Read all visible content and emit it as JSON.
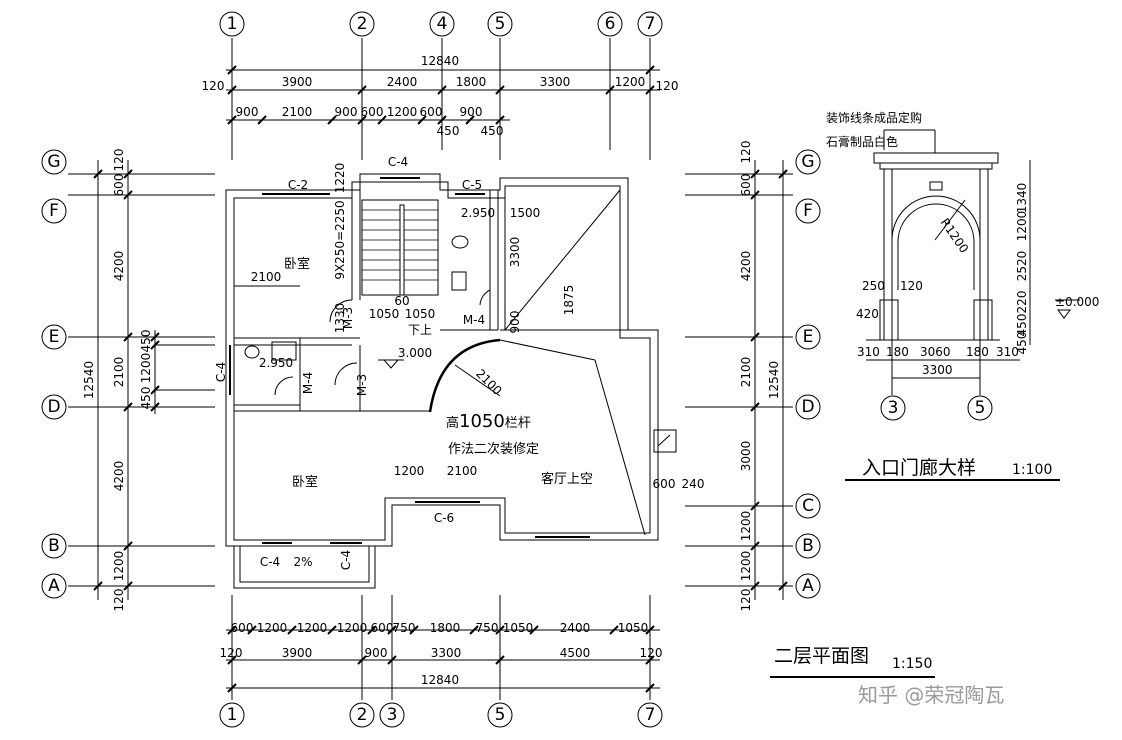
{
  "axis_top": [
    "1",
    "2",
    "4",
    "5",
    "6",
    "7"
  ],
  "axis_bottom": [
    "1",
    "2",
    "3",
    "5",
    "7"
  ],
  "axis_left": [
    "G",
    "F",
    "E",
    "D",
    "B",
    "A"
  ],
  "axis_right": [
    "G",
    "F",
    "E",
    "D",
    "C",
    "B",
    "A"
  ],
  "portico_axes": [
    "3",
    "5"
  ],
  "dims_top": {
    "total": "12840",
    "row2": [
      "120",
      "3900",
      "2400",
      "1800",
      "3300",
      "1200",
      "120"
    ],
    "row3": [
      "900",
      "2100",
      "900",
      "600",
      "1200",
      "600",
      "900"
    ],
    "row3b": [
      "450",
      "450"
    ]
  },
  "dims_bottom": {
    "row1": [
      "600",
      "1200",
      "1200",
      "1200",
      "600",
      "750",
      "1800",
      "750",
      "1050",
      "2400",
      "1050"
    ],
    "row2": [
      "120",
      "3900",
      "900",
      "3300",
      "4500",
      "120"
    ],
    "total": "12840"
  },
  "dims_left": {
    "total": "12540",
    "col": [
      "120",
      "600",
      "4200",
      "2100",
      "4200",
      "1200",
      "120"
    ],
    "inner": [
      "450",
      "1200",
      "450"
    ]
  },
  "dims_right": {
    "total": "12540",
    "col": [
      "120",
      "600",
      "4200",
      "2100",
      "3000",
      "1200",
      "1200",
      "120"
    ]
  },
  "rooms": {
    "bedroom_top": "卧室",
    "bedroom_bottom": "卧室",
    "living_void": "客厅上空"
  },
  "windows": {
    "c4_top": "C-4",
    "c2": "C-2",
    "c5": "C-5",
    "c4_side": "C-4",
    "c6": "C-6",
    "c4_bottom_left": "C-4",
    "c4_bottom_right": "C-4"
  },
  "doors": {
    "m3a": "M-3",
    "m3b": "M-3",
    "m4a": "M-4",
    "m4b": "M-4"
  },
  "levels": {
    "wc_top": "2.950",
    "wc_side": "2.950",
    "floor": "3.000"
  },
  "inner_dims": {
    "stair": "9X250=2250",
    "d1220": "1220",
    "d1330": "1330",
    "d60": "60",
    "d1050a": "1050",
    "d1050b": "1050",
    "d1500": "1500",
    "d3300": "3300",
    "d1875": "1875",
    "d900": "900",
    "d2100": "2100",
    "d2100b": "2100",
    "radius": "2100",
    "d1200": "1200",
    "d600": "600",
    "d240": "240",
    "slope": "2%"
  },
  "stair_label": "下上",
  "notes": {
    "railing_prefix": "高",
    "railing_value": "1050",
    "railing_suffix": "栏杆",
    "railing2": "作法二次装修定"
  },
  "portico": {
    "note1": "装饰线条成品定购",
    "note2": "石膏制品白色",
    "radius": "R1200",
    "dims_right": [
      "1340",
      "1200",
      "2520",
      "220",
      "450",
      "450"
    ],
    "level": "±0.000",
    "d250": "250",
    "d120": "120",
    "d420": "420",
    "dims_bottom": [
      "310",
      "180",
      "3060",
      "180",
      "310"
    ],
    "total": "3300",
    "title": "入口门廊大样",
    "scale": "1:100"
  },
  "plan_title": "二层平面图",
  "plan_scale": "1:150",
  "watermark": "知乎 @荣冠陶瓦"
}
